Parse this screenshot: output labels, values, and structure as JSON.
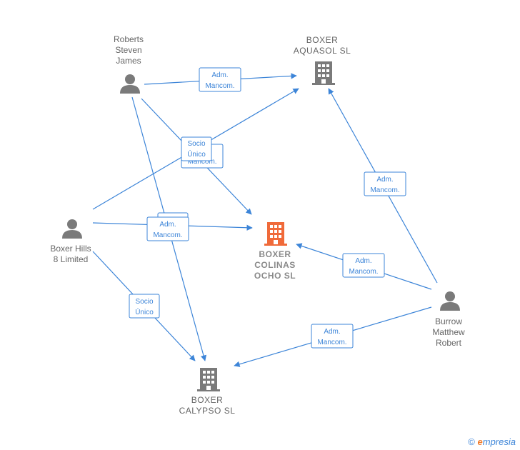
{
  "colors": {
    "edge": "#3d85d8",
    "person": "#7a7a7a",
    "company": "#7a7a7a",
    "main_company": "#f06a3a"
  },
  "persons": {
    "roberts": [
      "Roberts",
      "Steven",
      "James"
    ],
    "boxer_hills": [
      "Boxer Hills",
      "8 Limited"
    ],
    "burrow": [
      "Burrow",
      "Matthew",
      "Robert"
    ]
  },
  "companies": {
    "aquasol": [
      "BOXER",
      "AQUASOL  SL"
    ],
    "colinas": [
      "BOXER",
      "COLINAS",
      "OCHO  SL"
    ],
    "calypso": [
      "BOXER",
      "CALYPSO  SL"
    ]
  },
  "relations": {
    "adm_mancom": [
      "Adm.",
      "Mancom."
    ],
    "socio_unico": [
      "Socio",
      "Único"
    ]
  },
  "watermark": {
    "copyright": "©",
    "brand_first": "e",
    "brand_rest": "mpresia"
  }
}
